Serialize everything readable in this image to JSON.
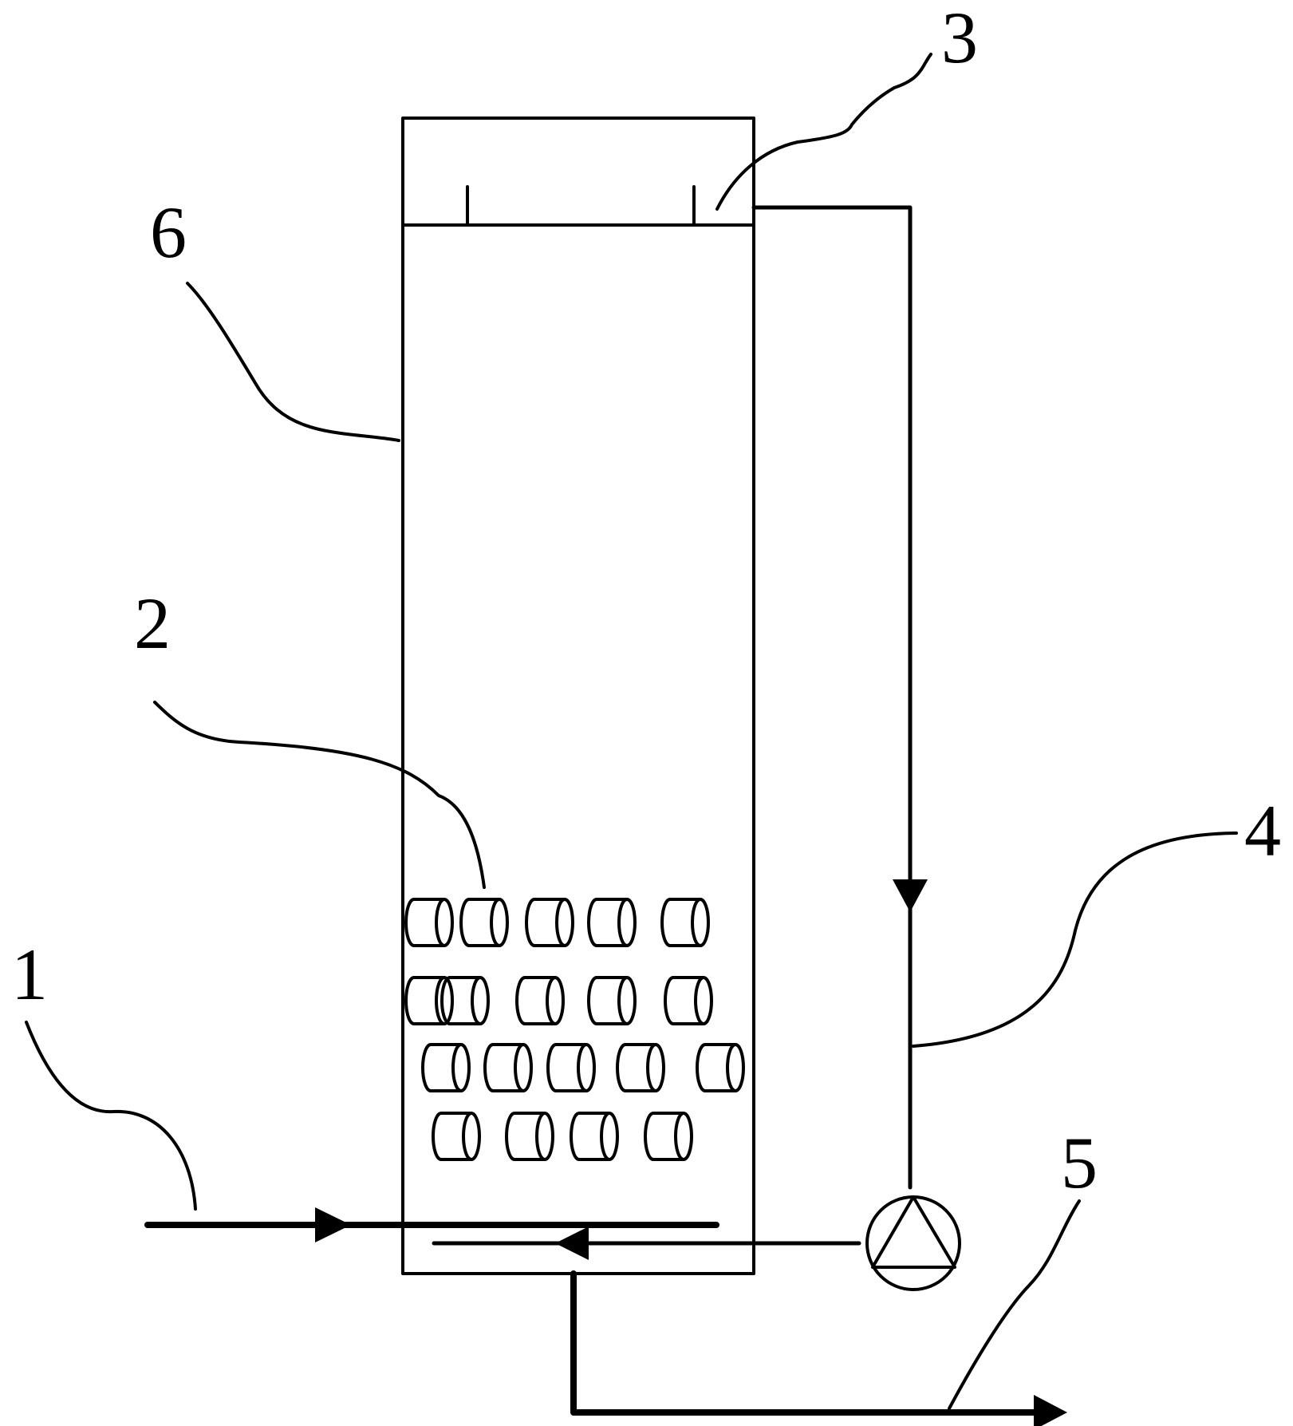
{
  "labels": {
    "l1": "1",
    "l2": "2",
    "l3": "3",
    "l4": "4",
    "l5": "5",
    "l6": "6"
  },
  "colors": {
    "stroke": "#000000",
    "background": "#ffffff"
  },
  "icons": {
    "pump": "pump-icon",
    "arrow": "arrowhead-icon",
    "carrier": "cylinder-carrier-icon"
  }
}
